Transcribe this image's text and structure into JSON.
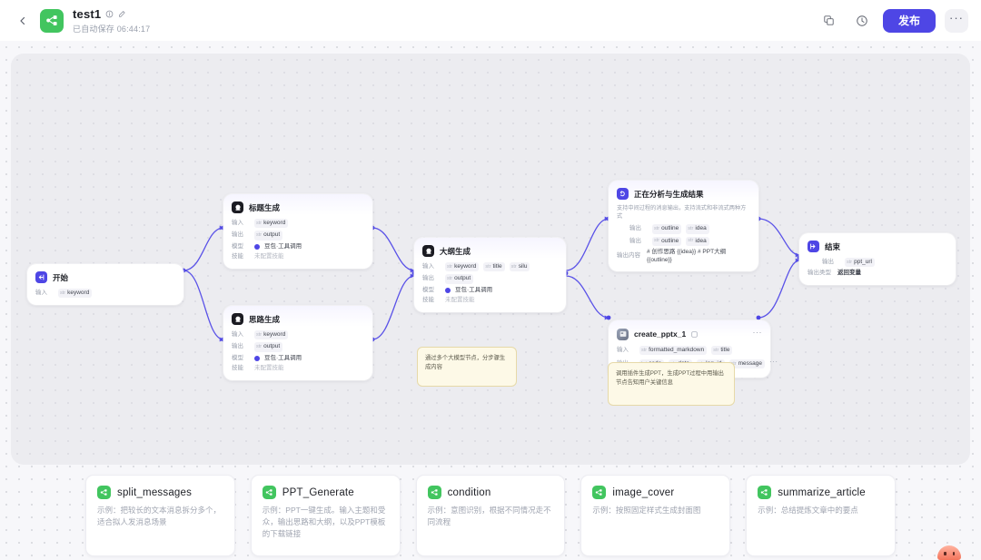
{
  "header": {
    "back_icon": "chevron-left-icon",
    "app_icon": "workflow-logo-icon",
    "title": "test1",
    "info_icon": "info-circle-icon",
    "edit_icon": "edit-pencil-icon",
    "autosave_text": "已自动保存 06:44:17",
    "duplicate_icon": "copy-icon",
    "history_icon": "history-clock-icon",
    "publish_label": "发布",
    "more_label": "···",
    "accent_color": "#4e46e5",
    "brand_green": "#42c55f"
  },
  "nodes": {
    "start": {
      "title": "开始",
      "icon": "start-node-icon",
      "rows": [
        {
          "label": "输入",
          "chips": [
            {
              "type": "str",
              "name": "keyword"
            }
          ]
        }
      ]
    },
    "title_gen": {
      "title": "标题生成",
      "icon": "llm-node-icon",
      "rows": [
        {
          "label": "输入",
          "chips": [
            {
              "type": "str",
              "name": "keyword"
            }
          ]
        },
        {
          "label": "输出",
          "chips": [
            {
              "type": "str",
              "name": "output"
            }
          ]
        },
        {
          "label": "模型",
          "model": "豆包·工具调用"
        },
        {
          "label": "技能",
          "muted": "未配置技能"
        }
      ]
    },
    "idea_gen": {
      "title": "思路生成",
      "icon": "llm-node-icon",
      "rows": [
        {
          "label": "输入",
          "chips": [
            {
              "type": "str",
              "name": "keyword"
            }
          ]
        },
        {
          "label": "输出",
          "chips": [
            {
              "type": "str",
              "name": "output"
            }
          ]
        },
        {
          "label": "模型",
          "model": "豆包·工具调用"
        },
        {
          "label": "技能",
          "muted": "未配置技能"
        }
      ]
    },
    "outline_gen": {
      "title": "大纲生成",
      "icon": "llm-node-icon",
      "rows": [
        {
          "label": "输入",
          "chips": [
            {
              "type": "str",
              "name": "keyword"
            },
            {
              "type": "str",
              "name": "title"
            },
            {
              "type": "str",
              "name": "silu"
            }
          ]
        },
        {
          "label": "输出",
          "chips": [
            {
              "type": "str",
              "name": "output"
            }
          ]
        },
        {
          "label": "模型",
          "model": "豆包·工具调用"
        },
        {
          "label": "技能",
          "muted": "未配置技能"
        }
      ]
    },
    "analyzing": {
      "title": "正在分析与生成结果",
      "icon": "output-node-icon",
      "description": "支持中间过程的消息输出，支持流式和非流式两种方式",
      "rows": [
        {
          "label": "输出",
          "chips": [
            {
              "type": "str",
              "name": "outline"
            },
            {
              "type": "str",
              "name": "idea"
            }
          ]
        },
        {
          "label": "输出",
          "chips": [
            {
              "type": "str",
              "name": "outline"
            },
            {
              "type": "str",
              "name": "idea"
            }
          ]
        }
      ],
      "content_label": "输出内容",
      "content_value": "# 创作思路 {{idea}} # PPT大纲 {{outline}}"
    },
    "create_pptx": {
      "title": "create_pptx_1",
      "icon": "plugin-node-icon",
      "badge_icon": "plugin-badge-icon",
      "menu_icon": "more-dots-icon",
      "rows": [
        {
          "label": "输入",
          "chips": [
            {
              "type": "str",
              "name": "formatted_markdown"
            },
            {
              "type": "str",
              "name": "title"
            }
          ]
        },
        {
          "label": "输出",
          "chips": [
            {
              "type": "Int",
              "name": "code"
            },
            {
              "type": "str",
              "name": "data"
            },
            {
              "type": "str",
              "name": "log_id"
            },
            {
              "type": "str",
              "name": "message"
            }
          ],
          "overflow": "···"
        }
      ]
    },
    "end": {
      "title": "结束",
      "icon": "end-node-icon",
      "rows": [
        {
          "label": "输出",
          "chips": [
            {
              "type": "str",
              "name": "ppt_url"
            }
          ]
        },
        {
          "label": "输出类型",
          "plain": "返回变量"
        }
      ]
    }
  },
  "stickies": [
    {
      "text": "通过多个大模型节点，分步骤生成内容"
    },
    {
      "text": "调用插件生成PPT，生成PPT过程中用输出节点告知用户关键信息"
    }
  ],
  "cards": [
    {
      "icon": "workflow-card-icon",
      "title": "split_messages",
      "desc": "示例：把较长的文本消息拆分多个，适合拟人发消息场景"
    },
    {
      "icon": "workflow-card-icon",
      "title": "PPT_Generate",
      "desc": "示例：PPT一键生成。输入主题和受众，输出思路和大纲，以及PPT模板的下载链接"
    },
    {
      "icon": "workflow-card-icon",
      "title": "condition",
      "desc": "示例：意图识别，根据不同情况走不同流程"
    },
    {
      "icon": "workflow-card-icon",
      "title": "image_cover",
      "desc": "示例：按照固定样式生成封面图"
    },
    {
      "icon": "workflow-card-icon",
      "title": "summarize_article",
      "desc": "示例：总结提炼文章中的要点"
    }
  ],
  "mascot": {
    "icon": "assistant-mascot-icon"
  }
}
